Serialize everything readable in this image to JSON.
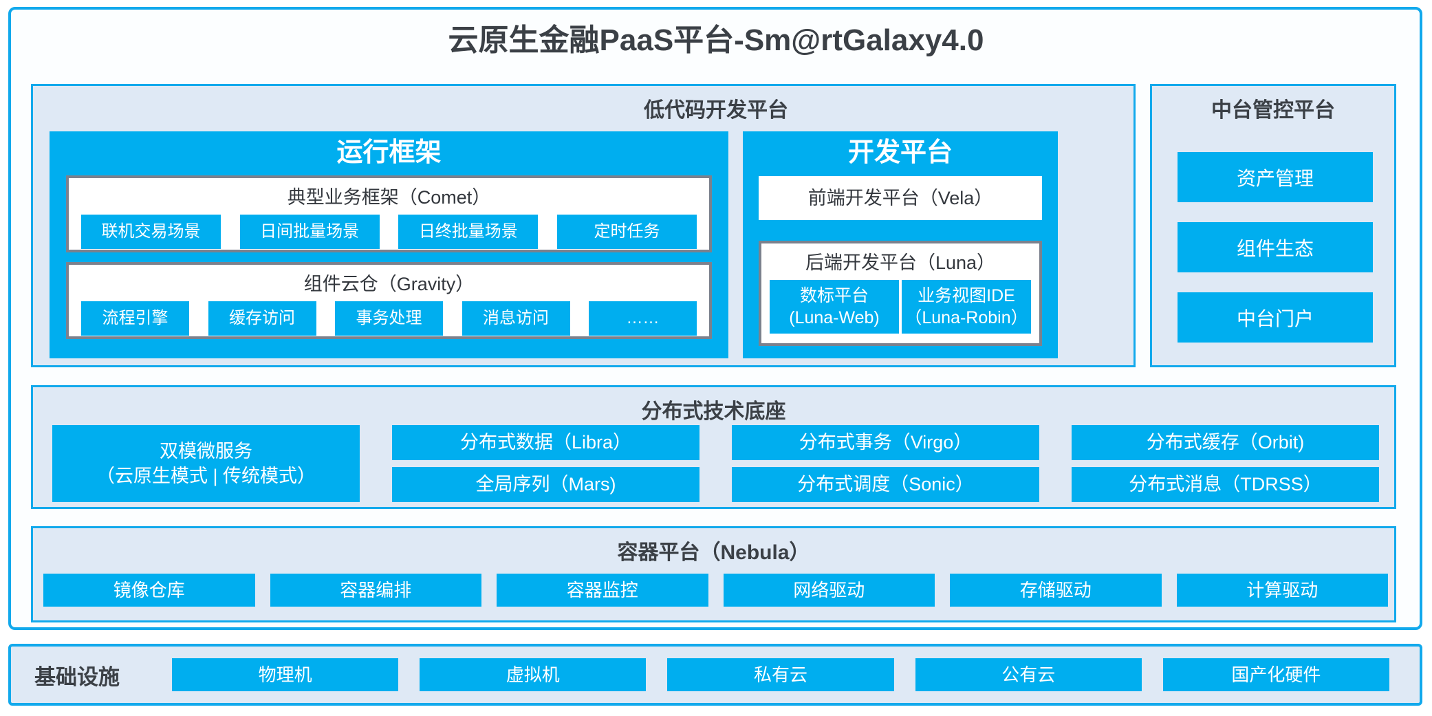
{
  "title": "云原生金融PaaS平台-Sm@rtGalaxy4.0",
  "lowcode": {
    "header": "低代码开发平台",
    "runtime": {
      "header": "运行框架",
      "comet": {
        "title": "典型业务框架（Comet）",
        "chips": [
          "联机交易场景",
          "日间批量场景",
          "日终批量场景",
          "定时任务"
        ]
      },
      "gravity": {
        "title": "组件云仓（Gravity）",
        "chips": [
          "流程引擎",
          "缓存访问",
          "事务处理",
          "消息访问",
          "……"
        ]
      }
    },
    "dev": {
      "header": "开发平台",
      "vela": "前端开发平台（Vela）",
      "luna": {
        "title": "后端开发平台（Luna）",
        "chips": [
          {
            "label": "数标平台",
            "sub": "(Luna-Web)"
          },
          {
            "label": "业务视图IDE",
            "sub": "（Luna-Robin）"
          }
        ]
      }
    }
  },
  "midctrl": {
    "header": "中台管控平台",
    "items": [
      "资产管理",
      "组件生态",
      "中台门户"
    ]
  },
  "dist": {
    "header": "分布式技术底座",
    "dual_mode": {
      "line1": "双模微服务",
      "line2": "（云原生模式 | 传统模式）"
    },
    "columns": [
      [
        "分布式数据（Libra）",
        "全局序列（Mars)"
      ],
      [
        "分布式事务（Virgo）",
        "分布式调度（Sonic）"
      ],
      [
        "分布式缓存（Orbit)",
        "分布式消息（TDRSS）"
      ]
    ]
  },
  "nebula": {
    "header": "容器平台（Nebula）",
    "chips": [
      "镜像仓库",
      "容器编排",
      "容器监控",
      "网络驱动",
      "存储驱动",
      "计算驱动"
    ]
  },
  "infra": {
    "label": "基础设施",
    "chips": [
      "物理机",
      "虚拟机",
      "私有云",
      "公有云",
      "国产化硬件"
    ]
  },
  "colors": {
    "accent": "#00AEEF",
    "panel_bg": "#DFE9F5",
    "cyan_border": "#12A9EC",
    "gray_box_border": "#7B818D",
    "text_dark": "#3B4046"
  }
}
